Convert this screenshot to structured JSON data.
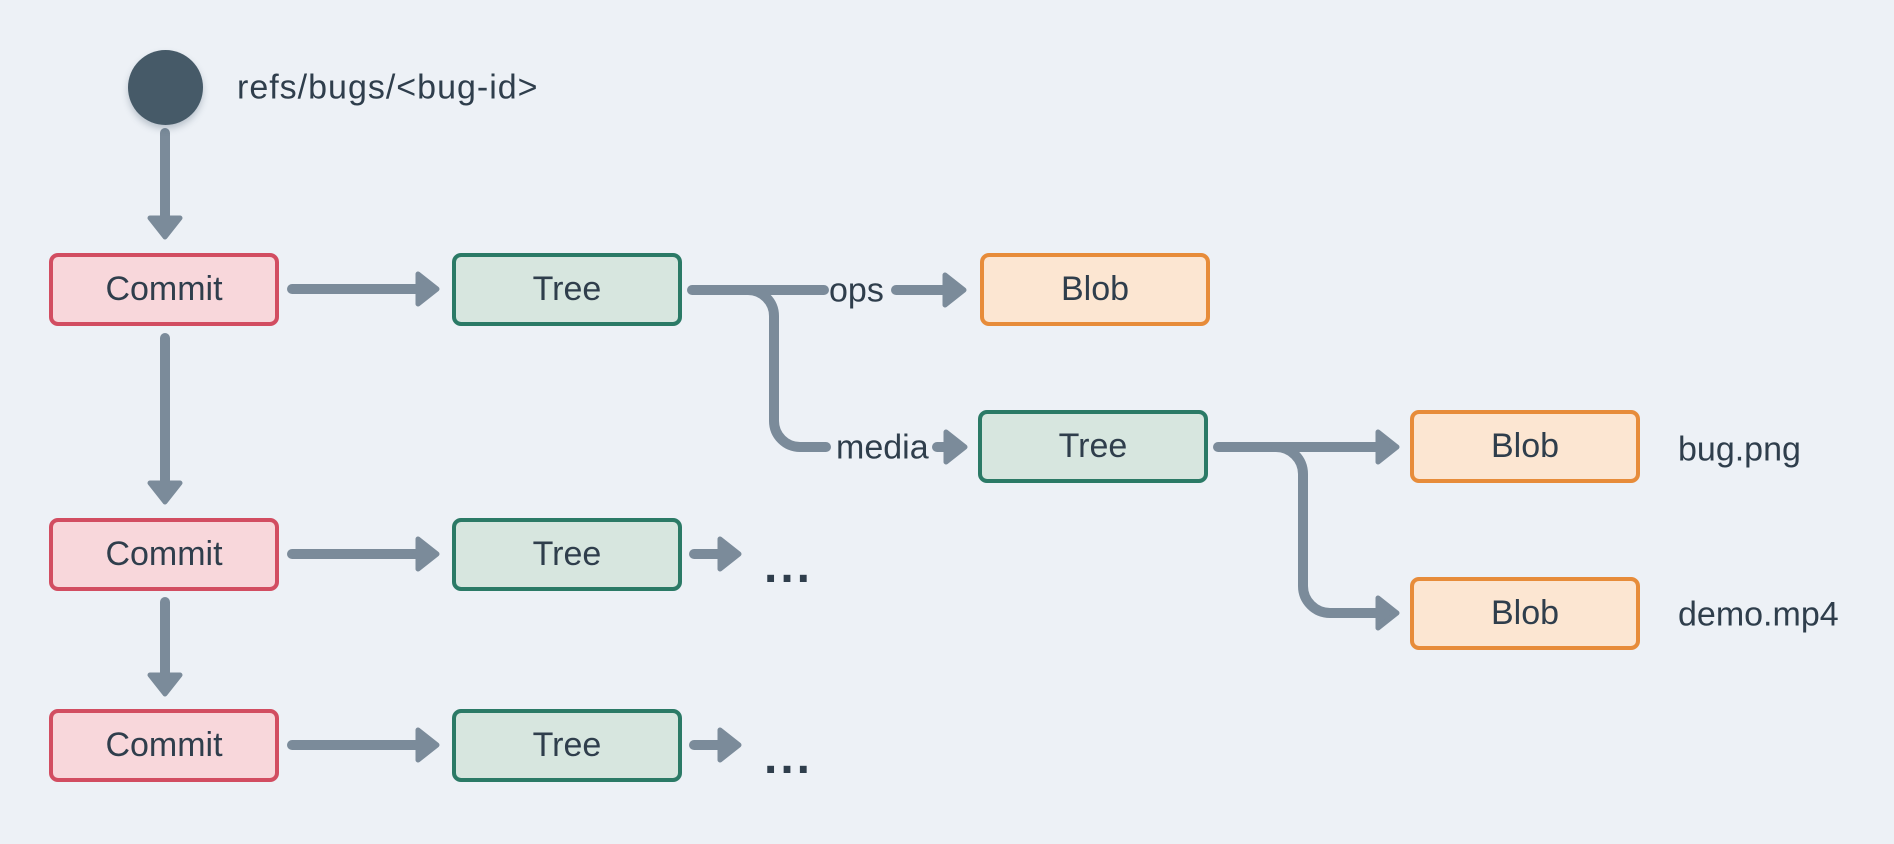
{
  "ref": {
    "label": "refs/bugs/<bug-id>"
  },
  "nodes": {
    "commit1": "Commit",
    "commit2": "Commit",
    "commit3": "Commit",
    "tree1": "Tree",
    "tree2": "Tree",
    "tree3": "Tree",
    "tree4": "Tree",
    "blob_ops": "Blob",
    "blob_bug": "Blob",
    "blob_demo": "Blob"
  },
  "edge_labels": {
    "ops": "ops",
    "media": "media"
  },
  "file_labels": {
    "bug": "bug.png",
    "demo": "demo.mp4"
  },
  "ellipsis": {
    "after_tree3": "...",
    "after_tree4": "..."
  },
  "colors": {
    "background": "#edf1f6",
    "line": "#7b8b9a",
    "text": "#2f3e4c",
    "circle": "#465a68",
    "commit_fill": "#f8d7db",
    "commit_border": "#d24d61",
    "tree_fill": "#d7e6df",
    "tree_border": "#2b7a66",
    "blob_fill": "#fce6d2",
    "blob_border": "#e78c3a"
  }
}
